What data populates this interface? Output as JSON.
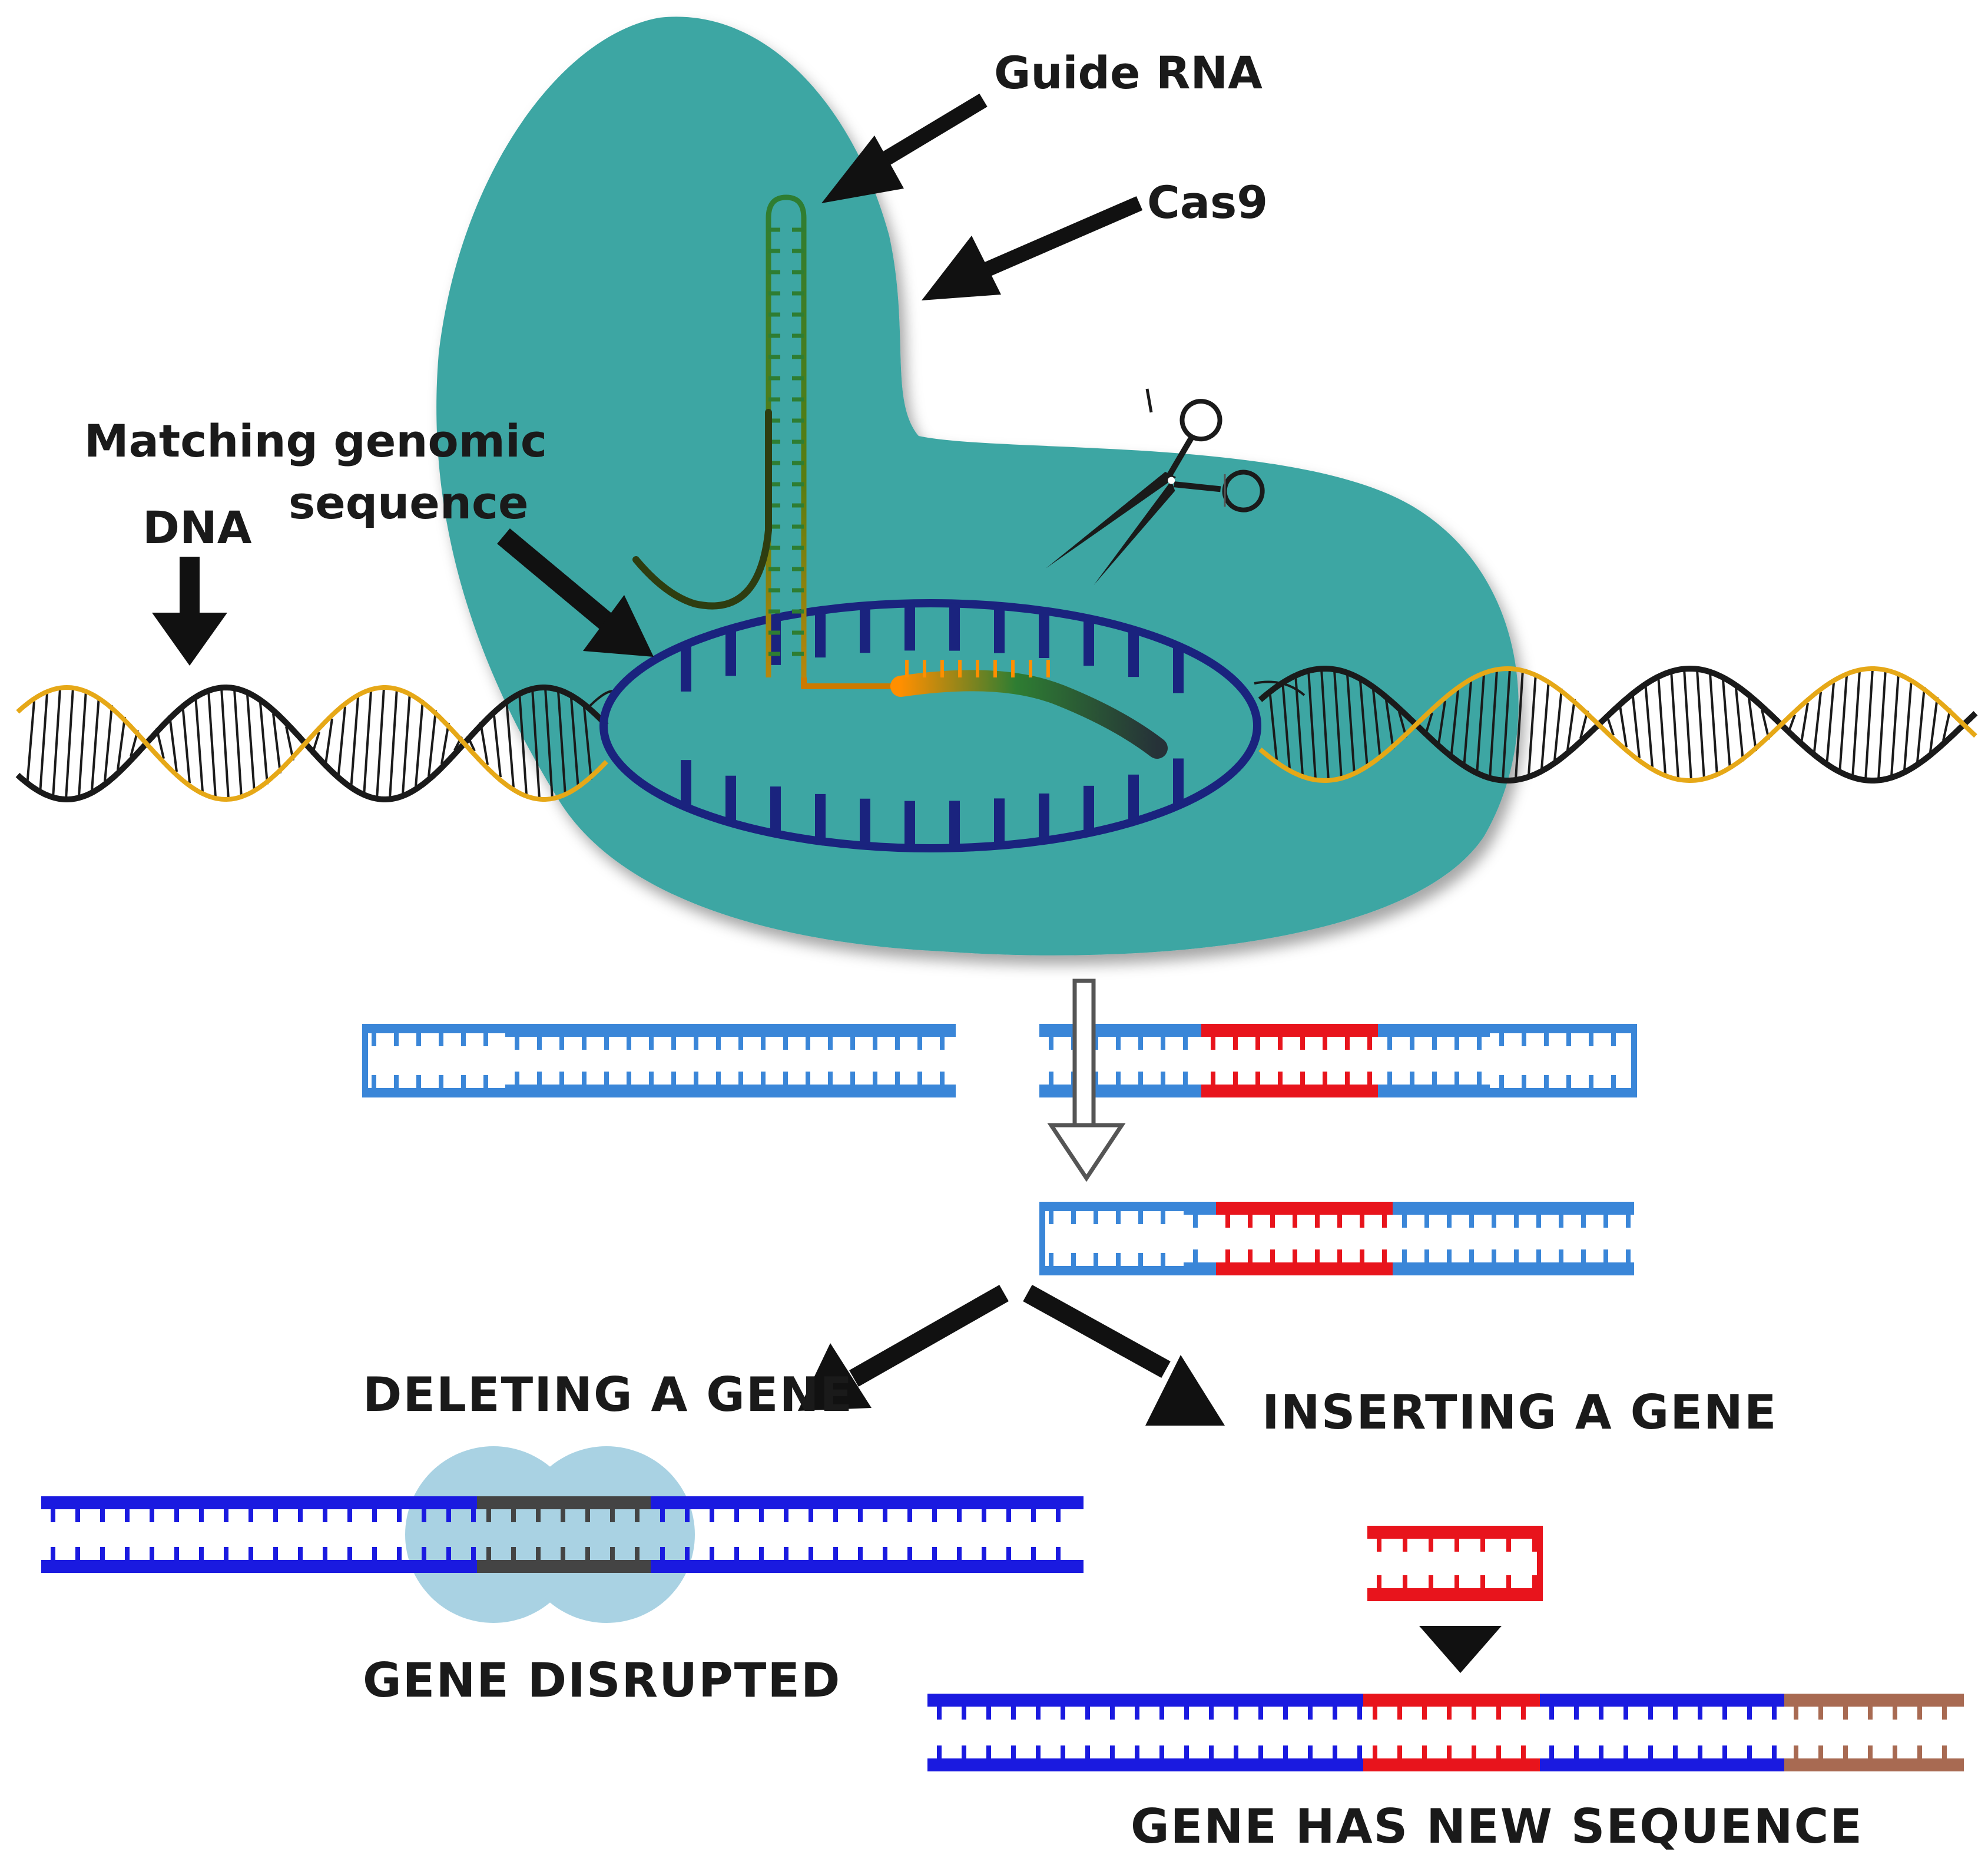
{
  "labels": {
    "guide_rna": "Guide RNA",
    "cas9": "Cas9",
    "matching_line1": "Matching genomic",
    "matching_line2": "sequence",
    "dna": "DNA",
    "deleting": "DELETING A GENE",
    "inserting": "INSERTING A GENE",
    "disrupted": "GENE DISRUPTED",
    "new_sequence": "GENE HAS NEW SEQUENCE"
  },
  "colors": {
    "cas9_protein": "#3ea6a3",
    "dna_backbone_dark": "#1a1a1a",
    "dna_backbone_gold": "#e6a817",
    "target_ellipse": "#1a237e",
    "guide_rna_start": "#2e7d32",
    "guide_rna_mid": "#ff8f00",
    "dna_light_blue": "#3a86d8",
    "dna_dark_blue": "#1a1ae0",
    "insert_red": "#e8141c",
    "disrupted_gray": "#444444",
    "repair_bubble": "#a9d2e3",
    "tail_brown": "#a86a52",
    "arrow": "#111111"
  },
  "icons": [
    "scissors-icon",
    "down-arrow-icon",
    "hollow-down-arrow-icon",
    "triangle-down-icon"
  ]
}
